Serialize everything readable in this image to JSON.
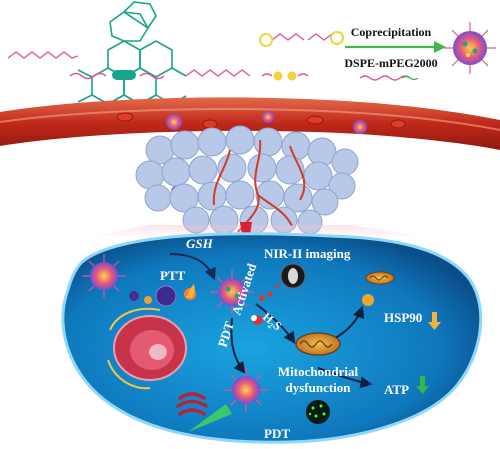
{
  "top": {
    "process_line1": "Coprecipitation",
    "process_line2": "DSPE-mPEG2000"
  },
  "cell": {
    "gsh": "GSH",
    "ptt": "PTT",
    "nir_imaging": "NIR-II imaging",
    "activated": "Activated",
    "pdt_left": "PDT",
    "h2s": "H",
    "h2s_sub": "2",
    "h2s_end": "S",
    "hsp90": "HSP90",
    "mito_line1": "Mitochondrial",
    "mito_line2": "dysfunction",
    "atp": "ATP",
    "pdt_bottom": "PDT"
  },
  "colors": {
    "vessel": "#c8321e",
    "tumor": "#b9c8e6",
    "cell_fill": "#1e8fd0",
    "cell_edge": "#8fd8f5",
    "down_arrow_hsp": "#f3b43a",
    "down_arrow_atp": "#35b84a",
    "molecule": "#17a58a"
  }
}
